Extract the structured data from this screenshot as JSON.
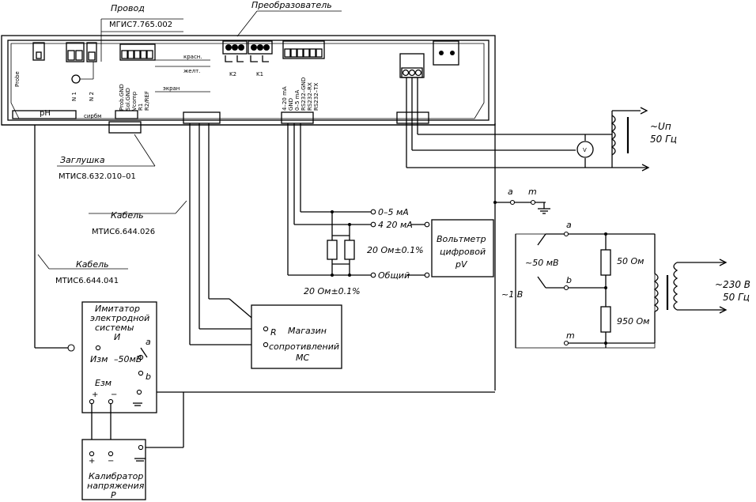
{
  "labels": {
    "wire": "Провод",
    "wire_code": "МГИС7.765.002",
    "converter": "Преобразователь",
    "plug": "Заглушка",
    "plug_code": "МТИС8.632.010–01",
    "cable1": "Кабель",
    "cable1_code": "МТИС6.644.026",
    "cable2": "Кабель",
    "cable2_code": "МТИС6.644.041",
    "ph": "pH",
    "probe": "Probe",
    "sirbm": "сирбм",
    "kras": "красн.",
    "zhelt": "желт.",
    "ekran": "экран",
    "col_labels": [
      "Prob.GND",
      "Sol.GND",
      "Vcomp",
      "R1",
      "R2/REF"
    ],
    "out_labels": [
      "4–20 mA",
      "GND",
      "0–5 mA",
      "RS232–GND",
      "RS232–RX",
      "RS232–TX"
    ],
    "k2": "K2",
    "k1": "K1",
    "n1": "N 1",
    "n2": "N 2",
    "out_05": "0–5 мА",
    "out_420": "4 20 мА",
    "common": "Общий",
    "res_parallel": "20 Ом±0.1%",
    "res_series": "20 Ом±0.1%",
    "voltmeter_l1": "Вольтметр",
    "voltmeter_l2": "цифровой",
    "voltmeter_l3": "pV",
    "supply_un": "~Uп",
    "supply_hz": "50 Гц",
    "volt_v": "V",
    "term_a": "a",
    "term_m": "m",
    "term_b": "b",
    "divider_in": "~50 мВ",
    "divider_src": "~1 В",
    "r_top": "50 Ом",
    "r_bot": "950 Ом",
    "mains_v": "~230 В",
    "mains_hz": "50 Гц",
    "imitator_l1": "Имитатор",
    "imitator_l2": "электродной",
    "imitator_l3": "системы",
    "imitator_l4": "И",
    "izm": "Изм",
    "imit_mv": "–50мВ",
    "esm": "Eзм",
    "plus": "+",
    "minus": "−",
    "magazine_l1": "Магазин",
    "magazine_l2": "сопротивлений",
    "magazine_l3": "МС",
    "r_mark": "R",
    "calibrator_l1": "Калибратор",
    "calibrator_l2": "напряжения",
    "calibrator_l3": "Р"
  }
}
